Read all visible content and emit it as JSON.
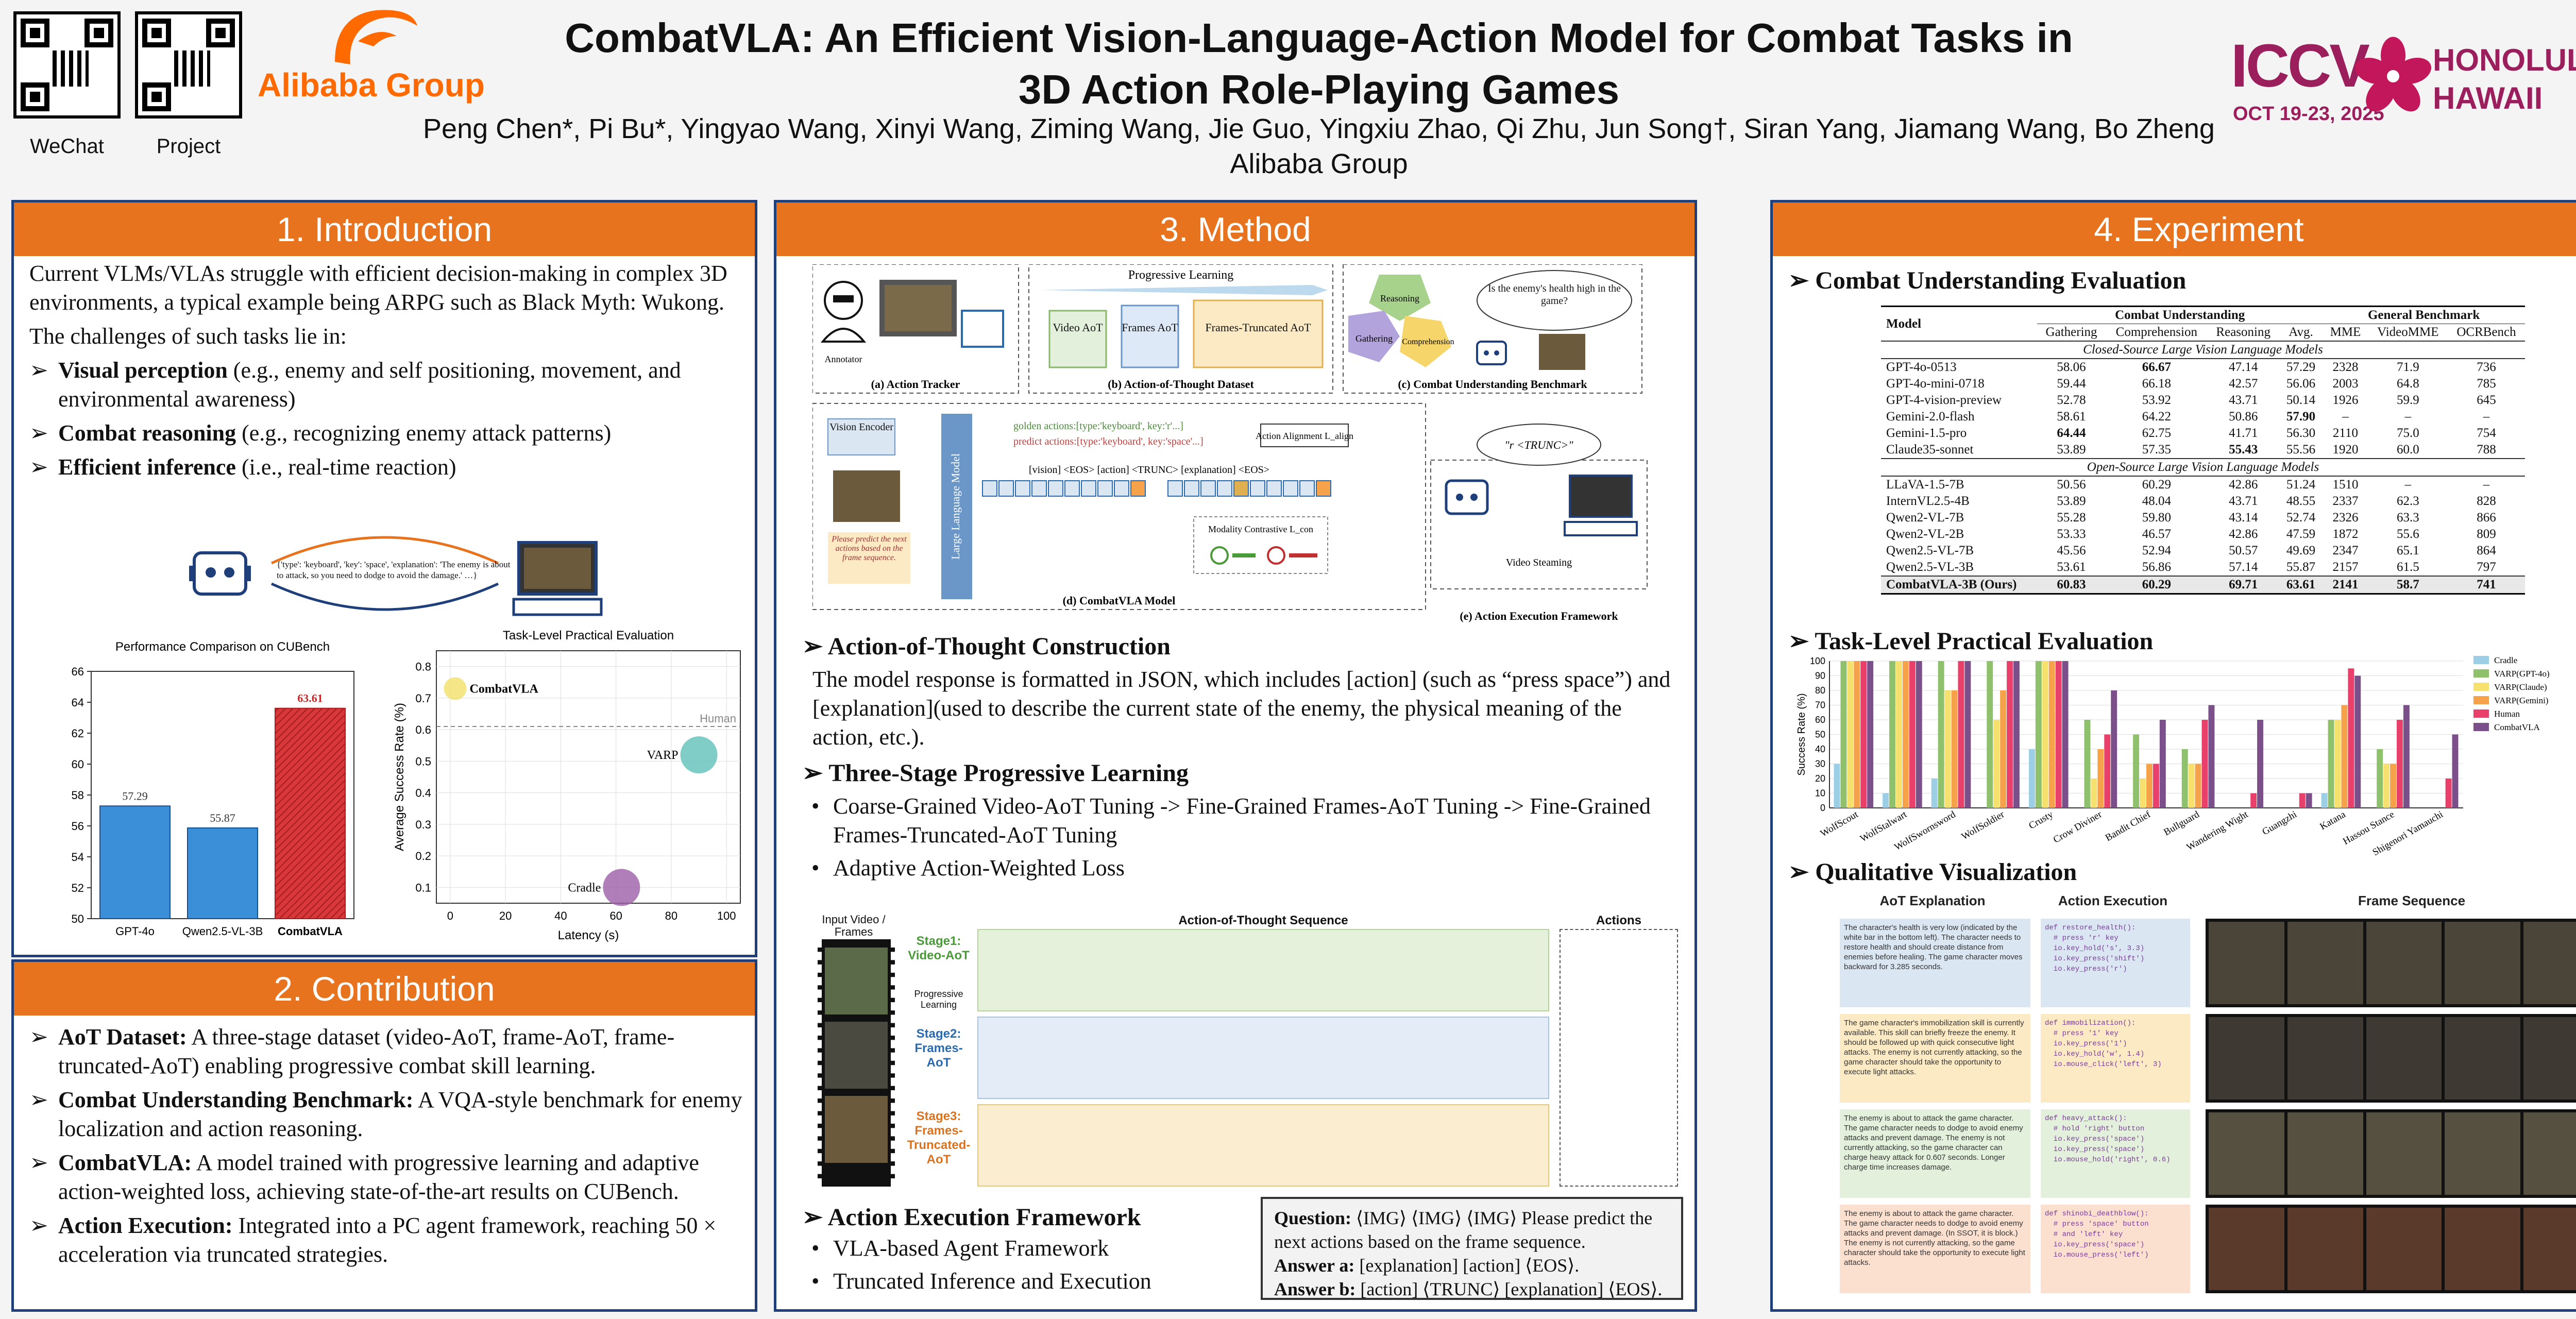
{
  "header": {
    "title_line1": "CombatVLA: An Efficient Vision-Language-Action Model for Combat Tasks in",
    "title_line2": "3D Action Role-Playing Games",
    "authors": "Peng Chen*, Pi Bu*, Yingyao Wang, Xinyi Wang, Ziming Wang, Jie Guo, Yingxiu Zhao, Qi Zhu, Jun Song†, Siran Yang, Jiamang Wang, Bo Zheng",
    "affiliation": "Alibaba Group",
    "qr_wechat_label": "WeChat",
    "qr_project_label": "Project",
    "org_logo_text": "Alibaba Group",
    "conf_logo": "ICCV",
    "conf_dates": "OCT 19-23, 2025",
    "conf_city1": "HONOLULU",
    "conf_city2": "HAWAII"
  },
  "intro": {
    "heading": "1. Introduction",
    "p1": "Current VLMs/VLAs struggle with efficient decision-making in complex 3D environments, a typical example being ARPG such as Black Myth: Wukong.",
    "p2": "The challenges of such tasks lie in:",
    "b1_bold": "Visual perception",
    "b1_rest": " (e.g., enemy and self positioning, movement, and environmental awareness)",
    "b2_bold": "Combat reasoning",
    "b2_rest": " (e.g., recognizing enemy attack patterns)",
    "b3_bold": "Efficient inference",
    "b3_rest": " (i.e., real-time reaction)",
    "speech": "{'type': 'keyboard', 'key': 'space', 'explanation': 'The enemy is about to attack, so you need to dodge to avoid the damage.' …}"
  },
  "contrib": {
    "heading": "2. Contribution",
    "i1_bold": "AoT Dataset:",
    "i1_rest": " A three-stage dataset (video-AoT, frame-AoT, frame-truncated-AoT) enabling progressive combat skill learning.",
    "i2_bold": "Combat Understanding Benchmark:",
    "i2_rest": " A VQA-style benchmark for enemy localization and action reasoning.",
    "i3_bold": "CombatVLA:",
    "i3_rest": " A model trained with progressive learning and adaptive action-weighted loss, achieving state-of-the-art results on CUBench.",
    "i4_bold": "Action Execution:",
    "i4_rest": " Integrated into a PC agent framework, reaching 50 × acceleration via truncated strategies."
  },
  "method": {
    "heading": "3. Method",
    "fig_a": "(a) Action Tracker",
    "fig_a_annot": "Annotator",
    "fig_b": "(b) Action-of-Thought Dataset",
    "fig_b_prog": "Progressive Learning",
    "fig_b_box1": "Video AoT",
    "fig_b_box2": "Frames AoT",
    "fig_b_box3": "Frames-Truncated AoT",
    "fig_c": "(c) Combat Understanding Benchmark",
    "fig_c_reason": "Reasoning",
    "fig_c_gather": "Gathering",
    "fig_c_comp": "Comprehension",
    "fig_c_q": "Is the enemy's health high in the game?",
    "fig_d": "(d) CombatVLA Model",
    "fig_d_vis": "Vision Encoder",
    "fig_d_llm": "Large Language Model",
    "fig_d_prompt": "Please predict the next actions based on the frame sequence.",
    "fig_d_golden": "golden actions:[type:'keyboard', key:'r'...]",
    "fig_d_predict": "predict actions:[type:'keyboard', key:'space'...]",
    "fig_d_align": "Action Alignment L_align",
    "fig_d_tokens": "[vision]  <EOS>  [action] <TRUNC> [explanation] <EOS>",
    "fig_d_contrast": "Modality Contrastive L_con",
    "fig_e": "(e) Action Execution Framework",
    "fig_e_trunc": "\"r <TRUNC>\"",
    "fig_e_stream": "Video Steaming",
    "s1_title": "Action-of-Thought Construction",
    "s1_text": "The model response is formatted in JSON, which includes [action] (such as “press space”) and [explanation](used to describe the current state of the enemy, the physical meaning of the action, etc.).",
    "s2_title": "Three-Stage Progressive Learning",
    "s2_b1": "Coarse-Grained Video-AoT Tuning -> Fine-Grained Frames-AoT Tuning -> Fine-Grained Frames-Truncated-AoT Tuning",
    "s2_b2": "Adaptive Action-Weighted Loss",
    "aot_input": "Input Video / Frames",
    "aot_seq": "Action-of-Thought Sequence",
    "aot_actions": "Actions",
    "aot_stage1": "Stage1: Video-AoT",
    "aot_stage2": "Stage2: Frames-AoT",
    "aot_stage3": "Stage3: Frames-Truncated-AoT",
    "aot_prog": "Progressive Learning",
    "s3_title": "Action Execution Framework",
    "s3_b1": "VLA-based Agent Framework",
    "s3_b2": "Truncated Inference and Execution",
    "q_label": "Question:",
    "q_text": " ⟨IMG⟩ ⟨IMG⟩ ⟨IMG⟩ Please predict the next actions based on the frame sequence.",
    "a_label": "Answer a:",
    "a_text": " [explanation] [action] ⟨EOS⟩.",
    "b_label": "Answer b:",
    "b_text": " [action] ⟨TRUNC⟩ [explanation] ⟨EOS⟩."
  },
  "experiment": {
    "heading": "4. Experiment",
    "sec1": "Combat Understanding Evaluation",
    "sec2": "Task-Level Practical Evaluation",
    "sec3": "Qualitative Visualization",
    "table": {
      "col_model": "Model",
      "group1": "Combat Understanding",
      "group2": "General Benchmark",
      "cols": [
        "Gathering",
        "Comprehension",
        "Reasoning",
        "Avg.",
        "MME",
        "VideoMME",
        "OCRBench"
      ],
      "closed_label": "Closed-Source Large Vision Language Models",
      "closed": [
        [
          "GPT-4o-0513",
          "58.06",
          "66.67",
          "47.14",
          "57.29",
          "2328",
          "71.9",
          "736"
        ],
        [
          "GPT-4o-mini-0718",
          "59.44",
          "66.18",
          "42.57",
          "56.06",
          "2003",
          "64.8",
          "785"
        ],
        [
          "GPT-4-vision-preview",
          "52.78",
          "53.92",
          "43.71",
          "50.14",
          "1926",
          "59.9",
          "645"
        ],
        [
          "Gemini-2.0-flash",
          "58.61",
          "64.22",
          "50.86",
          "57.90",
          "–",
          "–",
          "–"
        ],
        [
          "Gemini-1.5-pro",
          "64.44",
          "62.75",
          "41.71",
          "56.30",
          "2110",
          "75.0",
          "754"
        ],
        [
          "Claude35-sonnet",
          "53.89",
          "57.35",
          "55.43",
          "55.56",
          "1920",
          "60.0",
          "788"
        ]
      ],
      "open_label": "Open-Source Large Vision Language Models",
      "open": [
        [
          "LLaVA-1.5-7B",
          "50.56",
          "60.29",
          "42.86",
          "51.24",
          "1510",
          "–",
          "–"
        ],
        [
          "InternVL2.5-4B",
          "53.89",
          "48.04",
          "43.71",
          "48.55",
          "2337",
          "62.3",
          "828"
        ],
        [
          "Qwen2-VL-7B",
          "55.28",
          "59.80",
          "43.14",
          "52.74",
          "2326",
          "63.3",
          "866"
        ],
        [
          "Qwen2-VL-2B",
          "53.33",
          "46.57",
          "42.86",
          "47.59",
          "1872",
          "55.6",
          "809"
        ],
        [
          "Qwen2.5-VL-7B",
          "45.56",
          "52.94",
          "50.57",
          "49.69",
          "2347",
          "65.1",
          "864"
        ],
        [
          "Qwen2.5-VL-3B",
          "53.61",
          "56.86",
          "57.14",
          "55.87",
          "2157",
          "61.5",
          "797"
        ]
      ],
      "ours": [
        "CombatVLA-3B (Ours)",
        "60.83",
        "60.29",
        "69.71",
        "63.61",
        "2141",
        "58.7",
        "741"
      ]
    },
    "qual_col1": "AoT Explanation",
    "qual_col2": "Action Execution",
    "qual_col3": "Frame Sequence",
    "qual_rows": [
      {
        "expl": "The character's health is very low (indicated by the white bar in the bottom left). The character needs to restore health and should create distance from enemies before healing. The game character moves backward for 3.285 seconds.",
        "code": "def restore_health():\n  # press 'r' key\n  io.key_hold('s', 3.3)\n  io.key_press('shift')\n  io.key_press('r')"
      },
      {
        "expl": "The game character's immobilization skill is currently available. This skill can briefly freeze the enemy. It should be followed up with quick consecutive light attacks. The enemy is not currently attacking, so the game character should take the opportunity to execute light attacks.",
        "code": "def immobilization():\n  # press '1' key\n  io.key_press('1')\n  io.key_hold('w', 1.4)\n  io.mouse_click('left', 3)"
      },
      {
        "expl": "The enemy is about to attack the game character. The game character needs to dodge to avoid enemy attacks and prevent damage. The enemy is not currently attacking, so the game character can charge heavy attack for 0.607 seconds. Longer charge time increases damage.",
        "code": "def heavy_attack():\n  # hold 'right' button\n  io.key_press('space')\n  io.key_press('space')\n  io.mouse_hold('right', 0.6)"
      },
      {
        "expl": "The enemy is about to attack the game character. The game character needs to dodge to avoid enemy attacks and prevent damage. (In SSOT, it is block.) The enemy is not currently attacking, so the game character should take the opportunity to execute light attacks.",
        "code": "def shinobi_deathblow():\n  # press 'space' button\n  # and 'left' key\n  io.key_press('space')\n  io.mouse_press('left')"
      }
    ]
  },
  "chart_data": [
    {
      "type": "bar",
      "title": "Performance Comparison on CUBench",
      "categories": [
        "GPT-4o",
        "Qwen2.5-VL-3B",
        "CombatVLA"
      ],
      "values": [
        57.29,
        55.87,
        63.61
      ],
      "ylim": [
        50,
        66
      ],
      "yticks": [
        50,
        52,
        54,
        56,
        58,
        60,
        62,
        64,
        66
      ],
      "xlabel": "",
      "ylabel": "",
      "colors": [
        "#3a8fd8",
        "#3a8fd8",
        "#d9383a"
      ]
    },
    {
      "type": "scatter",
      "title": "Task-Level Practical Evaluation",
      "xlabel": "Latency (s)",
      "ylabel": "Average Success Rate (%)",
      "xlim": [
        -5,
        105
      ],
      "ylim": [
        0.05,
        0.85
      ],
      "xticks": [
        0,
        20,
        40,
        60,
        80,
        100
      ],
      "yticks": [
        0.1,
        0.2,
        0.3,
        0.4,
        0.5,
        0.6,
        0.7,
        0.8
      ],
      "human_line": 0.61,
      "human_label": "Human",
      "points": [
        {
          "name": "CombatVLA",
          "x": 1.8,
          "y": 0.73,
          "color": "#f3e06a"
        },
        {
          "name": "VARP",
          "x": 90,
          "y": 0.52,
          "color": "#5fc0b8"
        },
        {
          "name": "Cradle",
          "x": 62,
          "y": 0.1,
          "color": "#9c5fa8"
        }
      ]
    },
    {
      "type": "bar",
      "title": "",
      "ylabel": "Success Rate (%)",
      "ylim": [
        0,
        100
      ],
      "yticks": [
        0,
        10,
        20,
        30,
        40,
        50,
        60,
        70,
        80,
        90,
        100
      ],
      "categories": [
        "WolfScout",
        "WolfStalwart",
        "WolfSwornsword",
        "WolfSoldier",
        "Crusty",
        "Crow Diviner",
        "Bandit Chief",
        "Bullguard",
        "Wandering Wight",
        "Guangzhi",
        "Katana",
        "Hassou Stance",
        "Shigenori Yamauchi"
      ],
      "series": [
        {
          "name": "Cradle",
          "color": "#9ccfe6",
          "values": [
            30,
            10,
            20,
            0,
            40,
            0,
            0,
            0,
            0,
            0,
            10,
            0,
            0
          ]
        },
        {
          "name": "VARP(GPT-4o)",
          "color": "#8fc06b",
          "values": [
            100,
            100,
            100,
            100,
            100,
            60,
            50,
            40,
            0,
            0,
            60,
            40,
            0
          ]
        },
        {
          "name": "VARP(Claude)",
          "color": "#f6e06e",
          "values": [
            100,
            100,
            80,
            60,
            100,
            20,
            20,
            30,
            0,
            0,
            60,
            30,
            0
          ]
        },
        {
          "name": "VARP(Gemini)",
          "color": "#f5a24a",
          "values": [
            100,
            100,
            80,
            80,
            100,
            40,
            30,
            30,
            0,
            0,
            70,
            30,
            0
          ]
        },
        {
          "name": "Human",
          "color": "#e8406a",
          "values": [
            100,
            100,
            100,
            100,
            100,
            50,
            30,
            60,
            10,
            10,
            95,
            60,
            20
          ]
        },
        {
          "name": "CombatVLA",
          "color": "#7a4f8a",
          "values": [
            100,
            100,
            100,
            100,
            100,
            80,
            60,
            70,
            60,
            10,
            90,
            70,
            50
          ]
        }
      ]
    }
  ]
}
